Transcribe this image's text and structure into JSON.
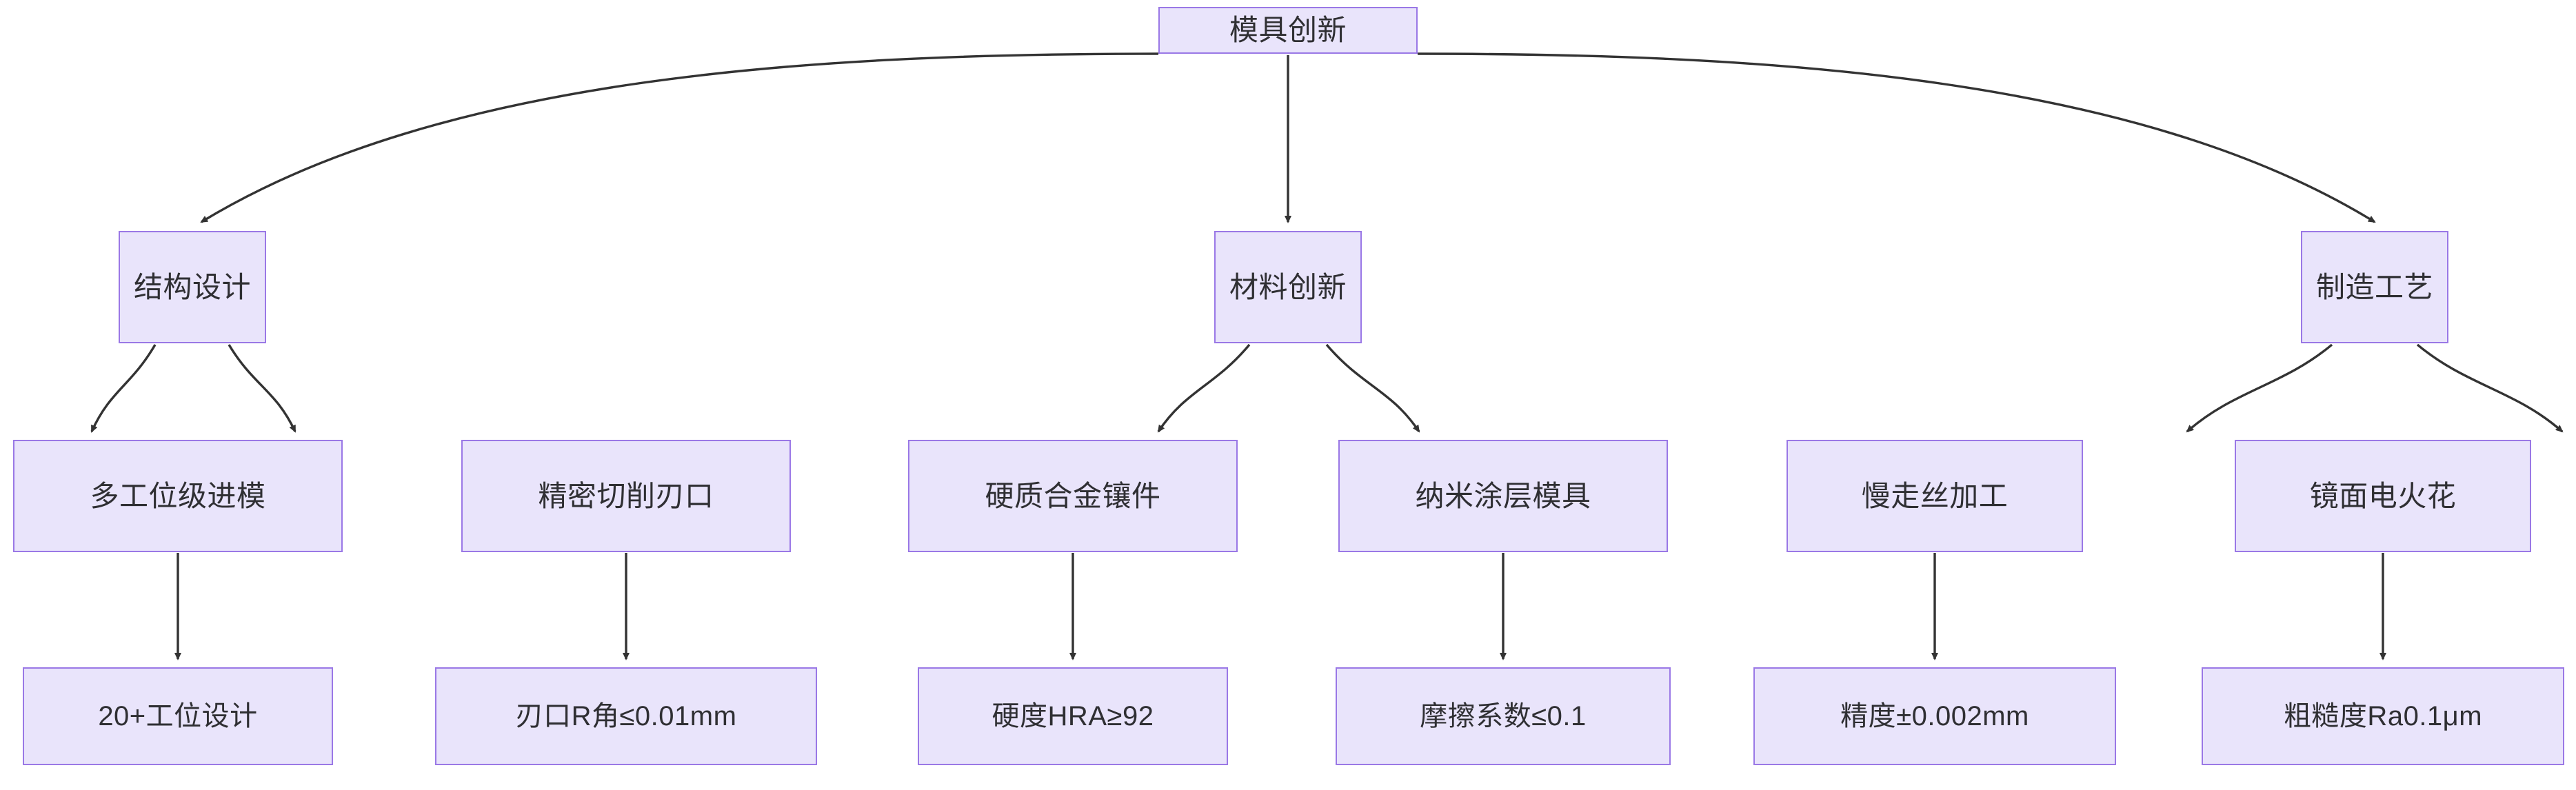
{
  "diagram": {
    "type": "flowchart",
    "direction": "top-down",
    "title_node": "模具创新",
    "theme": {
      "node_fill": "#e9e4fb",
      "node_border": "#9a78e6",
      "text_color": "#2f2f33",
      "edge_color": "#333333",
      "background": "#ffffff"
    },
    "nodes": {
      "root": {
        "label": "模具创新"
      },
      "branch": [
        {
          "id": "structure",
          "label": "结构设计"
        },
        {
          "id": "material",
          "label": "材料创新"
        },
        {
          "id": "process",
          "label": "制造工艺"
        }
      ],
      "method": [
        {
          "id": "m1",
          "label": "多工位级进模"
        },
        {
          "id": "m2",
          "label": "精密切削刃口"
        },
        {
          "id": "m3",
          "label": "硬质合金镶件"
        },
        {
          "id": "m4",
          "label": "纳米涂层模具"
        },
        {
          "id": "m5",
          "label": "慢走丝加工"
        },
        {
          "id": "m6",
          "label": "镜面电火花"
        }
      ],
      "spec": [
        {
          "id": "s1",
          "label": "20+工位设计"
        },
        {
          "id": "s2",
          "label": "刃口R角≤0.01mm"
        },
        {
          "id": "s3",
          "label": "硬度HRA≥92"
        },
        {
          "id": "s4",
          "label": "摩擦系数≤0.1"
        },
        {
          "id": "s5",
          "label": "精度±0.002mm"
        },
        {
          "id": "s6",
          "label": "粗糙度Ra0.1μm"
        }
      ]
    },
    "edges": [
      {
        "from": "root",
        "to": "structure"
      },
      {
        "from": "root",
        "to": "material"
      },
      {
        "from": "root",
        "to": "process"
      },
      {
        "from": "structure",
        "to": "m1"
      },
      {
        "from": "structure",
        "to": "m2"
      },
      {
        "from": "material",
        "to": "m3"
      },
      {
        "from": "material",
        "to": "m4"
      },
      {
        "from": "process",
        "to": "m5"
      },
      {
        "from": "process",
        "to": "m6"
      },
      {
        "from": "m1",
        "to": "s1"
      },
      {
        "from": "m2",
        "to": "s2"
      },
      {
        "from": "m3",
        "to": "s3"
      },
      {
        "from": "m4",
        "to": "s4"
      },
      {
        "from": "m5",
        "to": "s5"
      },
      {
        "from": "m6",
        "to": "s6"
      }
    ]
  }
}
